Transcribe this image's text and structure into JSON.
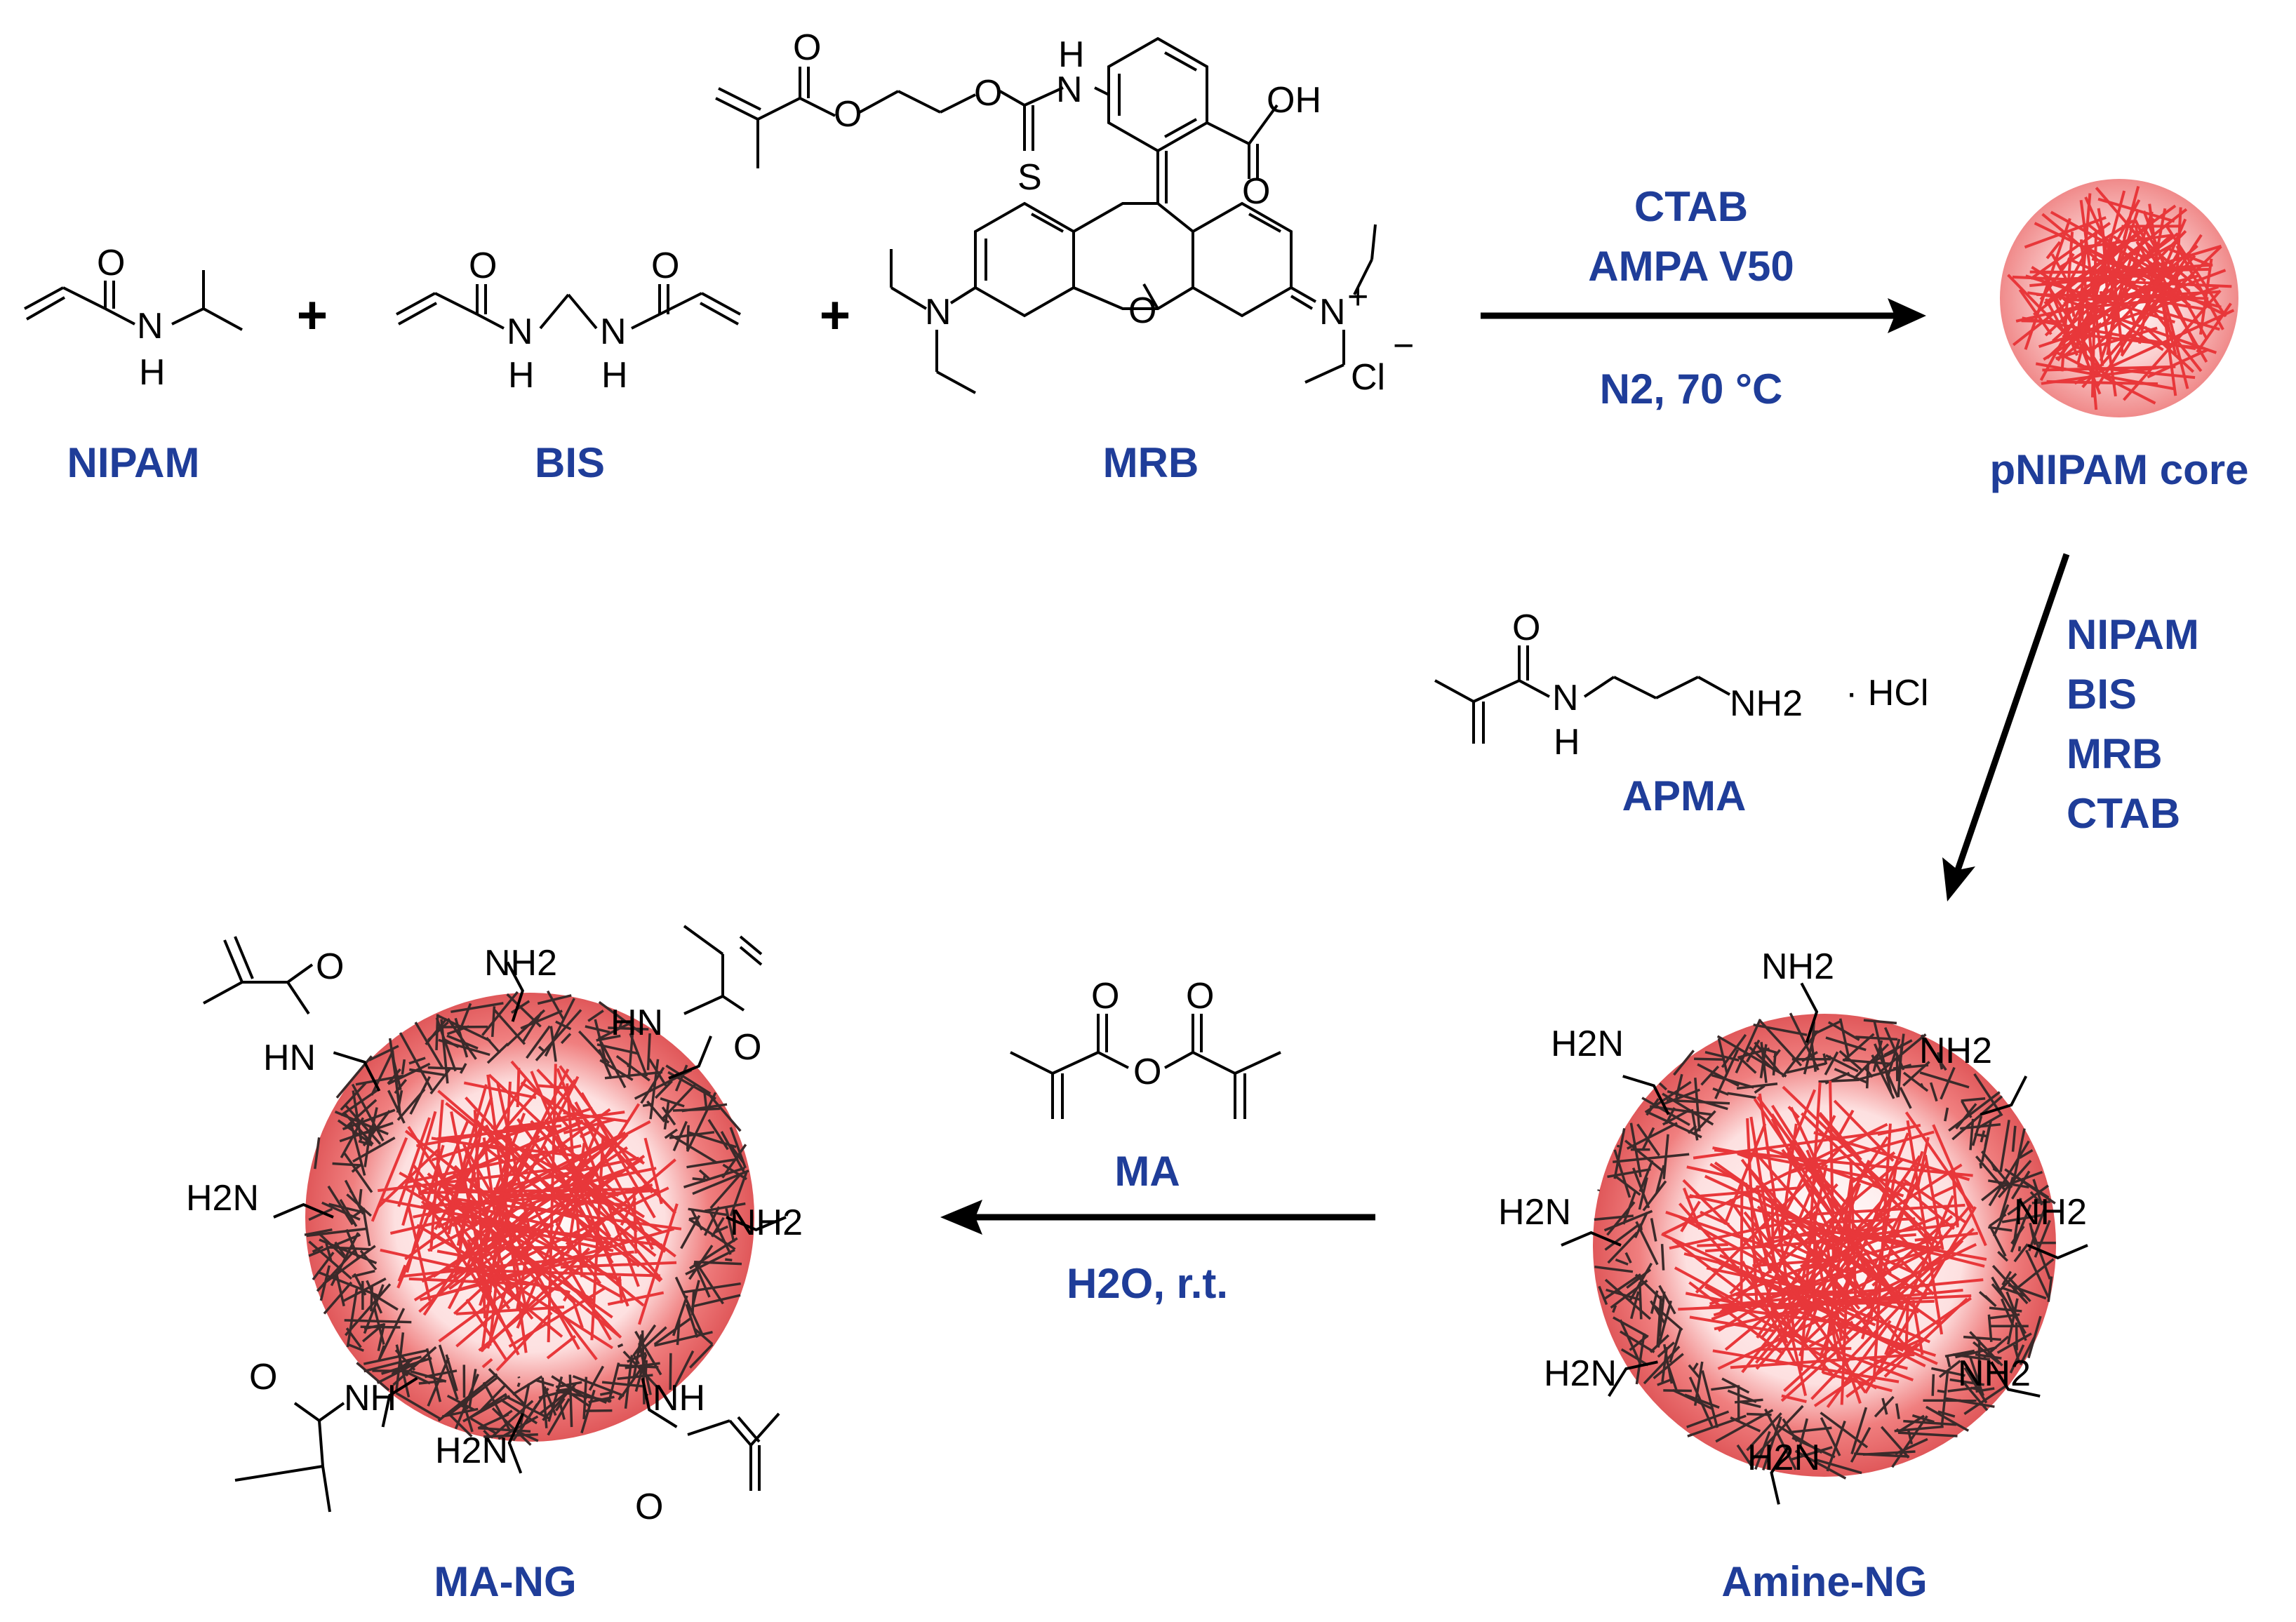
{
  "compounds": {
    "nipam": "NIPAM",
    "bis": "BIS",
    "mrb": "MRB",
    "apma": "APMA",
    "ma": "MA"
  },
  "products": {
    "core": "pNIPAM core",
    "amine_ng": "Amine-NG",
    "ma_ng": "MA-NG"
  },
  "steps": {
    "step1": {
      "reagents": [
        "CTAB",
        "AMPA V50"
      ],
      "conditions": "N2, 70 °C"
    },
    "step2": {
      "reagents": [
        "NIPAM",
        "BIS",
        "MRB",
        "CTAB"
      ]
    },
    "step3": {
      "conditions": "H2O, r.t."
    }
  },
  "symbols": {
    "plus": "+",
    "hcl": "· HCl"
  },
  "atoms": {
    "O": "O",
    "H": "H",
    "N": "N",
    "NH": "NH",
    "HN": "HN",
    "OH": "OH",
    "S": "S",
    "Cl": "Cl",
    "minus": "−",
    "plus_charge": "+",
    "NH2": "NH2",
    "H2N": "H2N"
  },
  "colors": {
    "label": "#1f3d99",
    "gel": "#e8373a",
    "shell": "#3a2a2a",
    "arrow": "#000000"
  }
}
